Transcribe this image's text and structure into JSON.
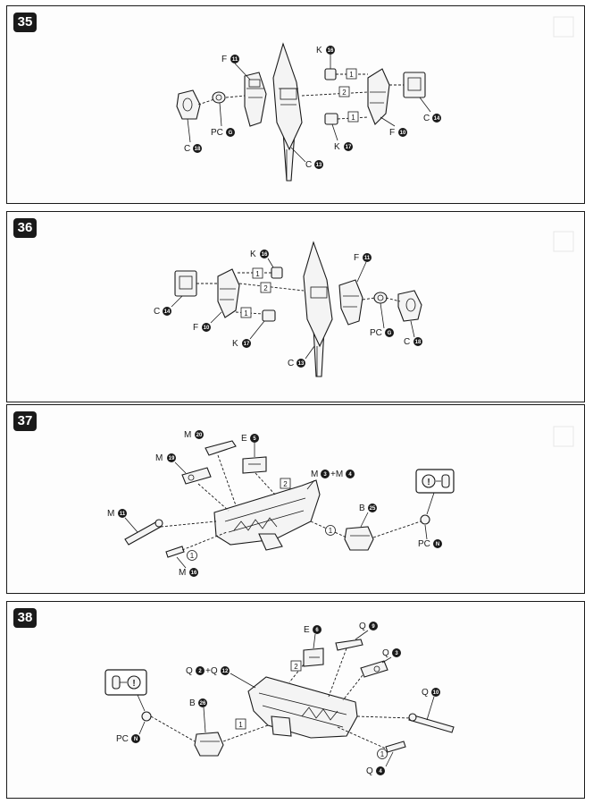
{
  "steps": [
    {
      "number": "35",
      "labels": {
        "f11": "F",
        "f11_num": "11",
        "k16": "K",
        "k16_num": "16",
        "pc_g": "PC",
        "pc_g_letter": "G",
        "c18": "C",
        "c18_num": "18",
        "c13": "C",
        "c13_num": "13",
        "c14": "C",
        "c14_num": "14",
        "k17": "K",
        "k17_num": "17",
        "f10": "F",
        "f10_num": "10"
      },
      "order": [
        "1",
        "2",
        "1"
      ]
    },
    {
      "number": "36",
      "labels": {
        "k16": "K",
        "k16_num": "16",
        "f11": "F",
        "f11_num": "11",
        "c14": "C",
        "c14_num": "14",
        "f10": "F",
        "f10_num": "10",
        "k17": "K",
        "k17_num": "17",
        "c13": "C",
        "c13_num": "13",
        "pc_g": "PC",
        "pc_g_letter": "G",
        "c18": "C",
        "c18_num": "18"
      },
      "order": [
        "1",
        "2",
        "1"
      ]
    },
    {
      "number": "37",
      "labels": {
        "m20": "M",
        "m20_num": "20",
        "e5": "E",
        "e5_num": "5",
        "m19": "M",
        "m19_num": "19",
        "m3m4": "M",
        "m3_num": "3",
        "plus": "+M",
        "m4_num": "4",
        "m11": "M",
        "m11_num": "11",
        "b25": "B",
        "b25_num": "25",
        "pc_n": "PC",
        "pc_n_letter": "N",
        "m16": "M",
        "m16_num": "16"
      },
      "order": [
        "2",
        "1",
        "1"
      ]
    },
    {
      "number": "38",
      "labels": {
        "e6": "E",
        "e6_num": "6",
        "q9": "Q",
        "q9_num": "9",
        "q3": "Q",
        "q3_num": "3",
        "q2q12": "Q",
        "q2_num": "2",
        "plus": "+Q",
        "q12_num": "12",
        "b26": "B",
        "b26_num": "26",
        "q10": "Q",
        "q10_num": "10",
        "pc_n": "PC",
        "pc_n_letter": "N",
        "q4": "Q",
        "q4_num": "4"
      },
      "order": [
        "2",
        "1",
        "1"
      ]
    }
  ],
  "icons": [
    "warning-polycap-icon"
  ],
  "colors": {
    "ink": "#1a1a1a",
    "paper": "#fdfdfd"
  }
}
